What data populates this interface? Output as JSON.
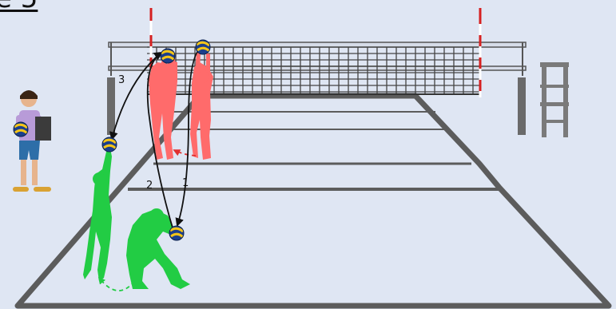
{
  "diagram": {
    "title": "e 5",
    "sequence_labels": [
      "3",
      "2",
      "1"
    ],
    "colors": {
      "background": "#dfe6f3",
      "court_lines": "#5c5c5c",
      "net_frame": "#6a6a6a",
      "net_mesh": "#444444",
      "front_team": "#ff6b6b",
      "back_team": "#22cc44",
      "trajectory": "#111111",
      "front_movement": "#e03030",
      "back_movement": "#22cc44",
      "antenna_red": "#d62020"
    },
    "icons": [
      "volleyball-icon",
      "coach-icon",
      "referee-chair-icon",
      "player-icon"
    ]
  }
}
